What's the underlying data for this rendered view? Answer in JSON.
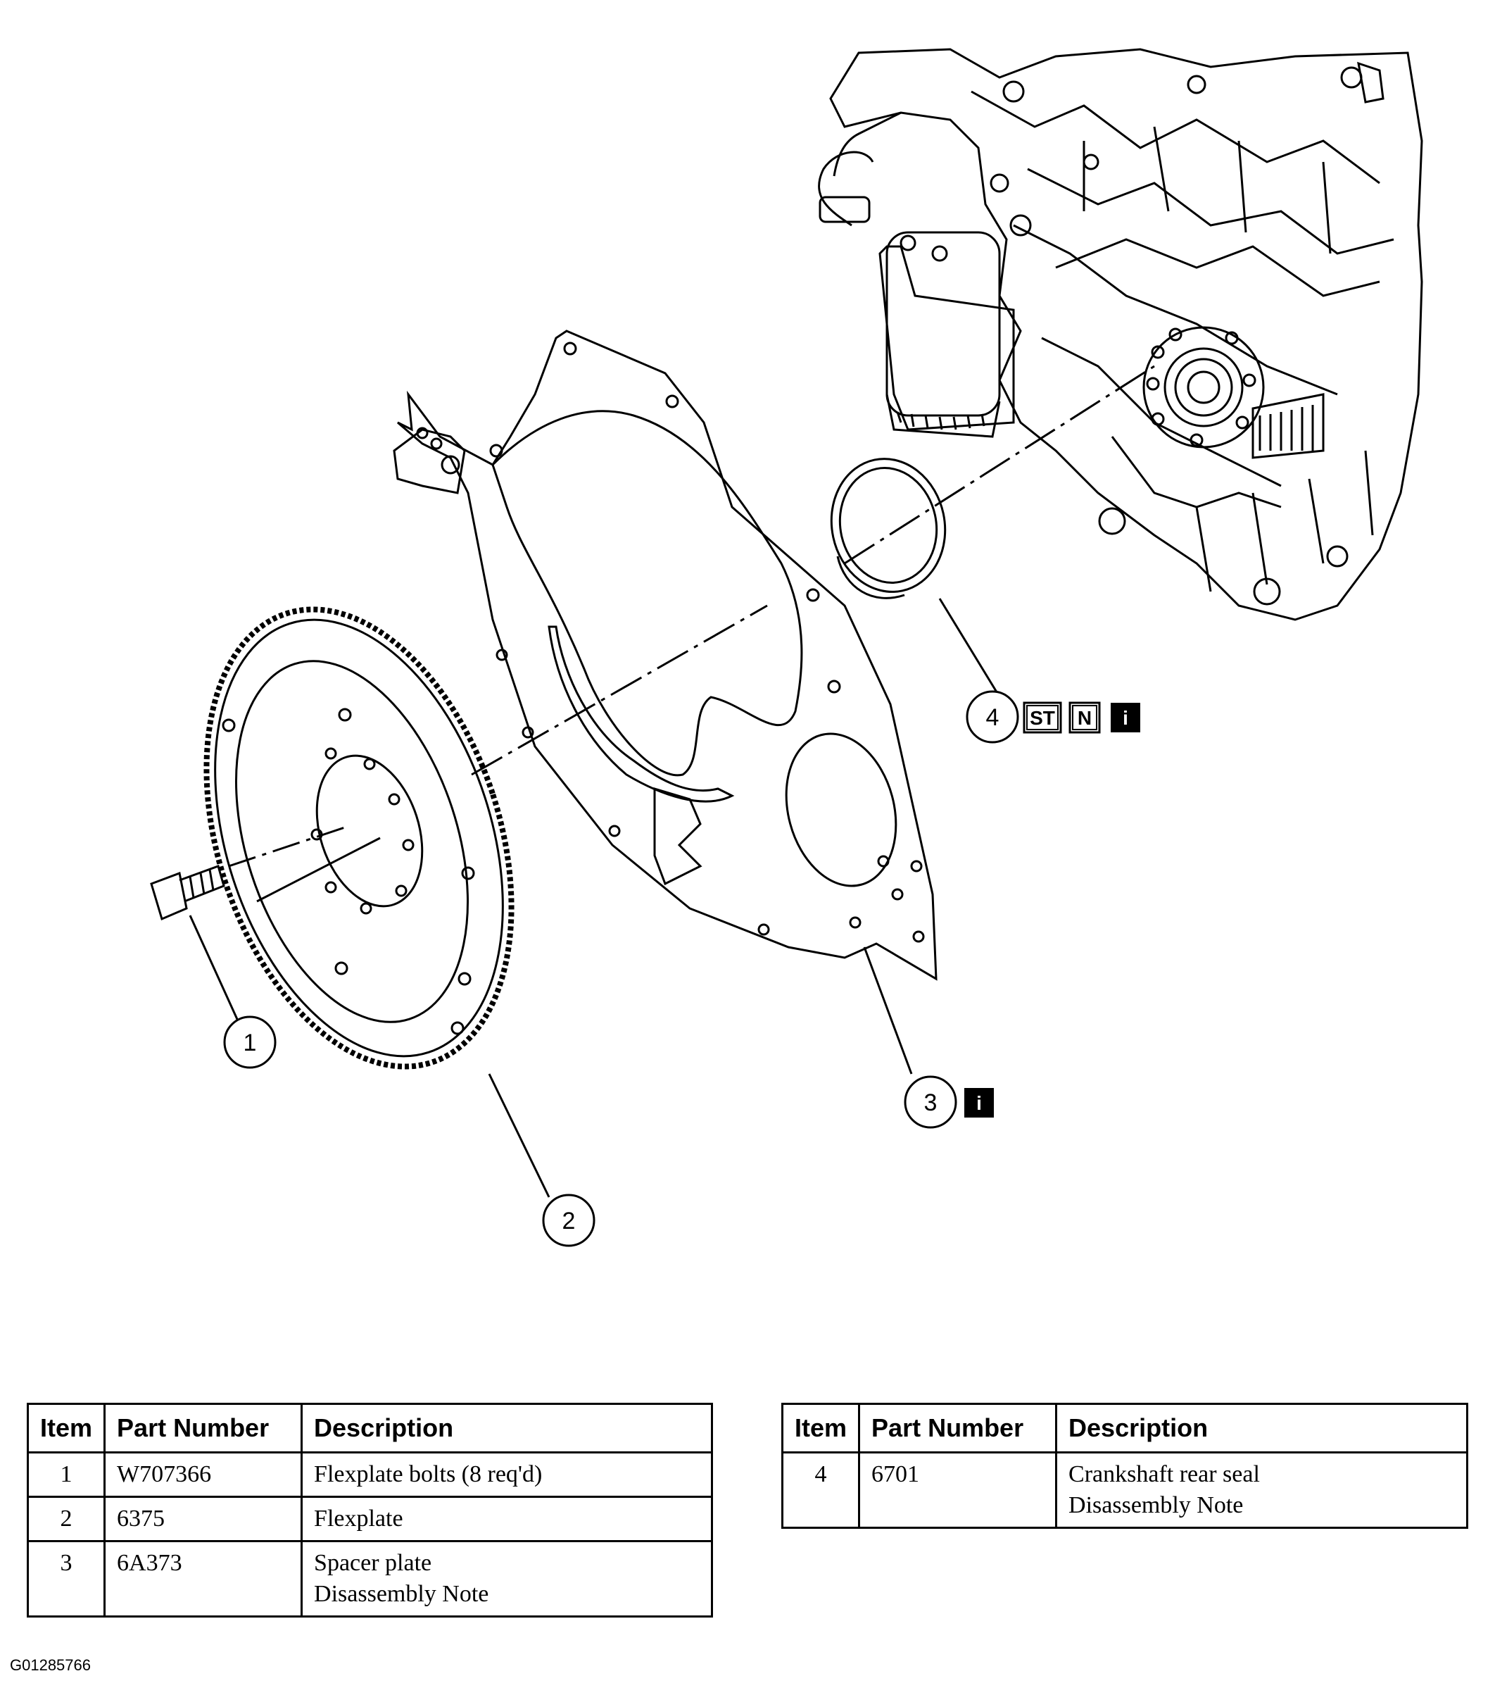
{
  "callouts": [
    {
      "number": "1"
    },
    {
      "number": "2"
    },
    {
      "number": "3",
      "badges": [
        "i"
      ]
    },
    {
      "number": "4",
      "badges": [
        "ST",
        "N",
        "i"
      ]
    }
  ],
  "tables": [
    {
      "headers": {
        "item": "Item",
        "part_number": "Part Number",
        "description": "Description"
      },
      "rows": [
        {
          "item": "1",
          "part_number": "W707366",
          "description": [
            "Flexplate bolts (8 req'd)"
          ]
        },
        {
          "item": "2",
          "part_number": "6375",
          "description": [
            "Flexplate"
          ]
        },
        {
          "item": "3",
          "part_number": "6A373",
          "description": [
            "Spacer plate",
            "Disassembly Note"
          ]
        }
      ]
    },
    {
      "headers": {
        "item": "Item",
        "part_number": "Part Number",
        "description": "Description"
      },
      "rows": [
        {
          "item": "4",
          "part_number": "6701",
          "description": [
            "Crankshaft rear seal",
            "Disassembly Note"
          ]
        }
      ]
    }
  ],
  "figure_code": "G01285766"
}
